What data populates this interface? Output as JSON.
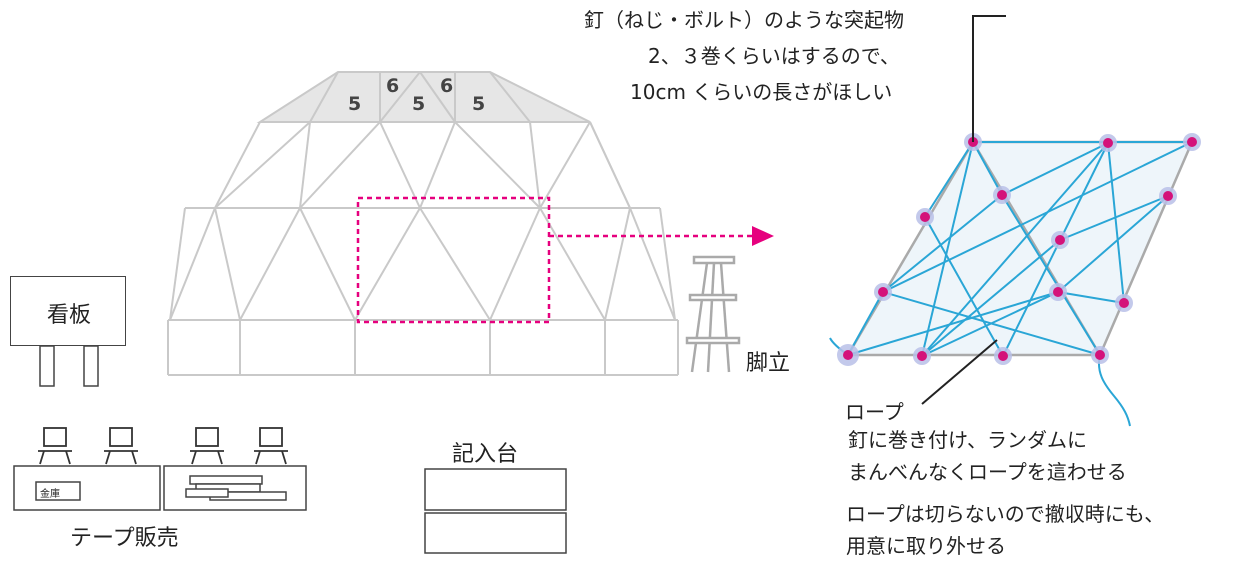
{
  "dome": {
    "cap_numbers": [
      "5",
      "6",
      "5",
      "6",
      "5"
    ]
  },
  "labels": {
    "signboard": "看板",
    "stepladder": "脚立",
    "tape_sales": "テープ販売",
    "safe": "金庫",
    "entry_table": "記入台"
  },
  "annotations": {
    "nail_title": "釘（ねじ・ボルト）のような突起物",
    "nail_line2": "2、３巻くらいはするので、",
    "nail_line3": "10cm くらいの長さがほしい",
    "rope_label": "ロープ",
    "rope_line1": "釘に巻き付け、ランダムに",
    "rope_line2": "まんべんなくロープを這わせる",
    "rope_line3": "ロープは切らないので撤収時にも、",
    "rope_line4": "用意に取り外せる"
  },
  "colors": {
    "frame": "#c8c8c8",
    "highlight": "#e6007e",
    "rope": "#2aa6d6",
    "nail": "#d4127a",
    "nail_ring": "#b8bfe8"
  }
}
